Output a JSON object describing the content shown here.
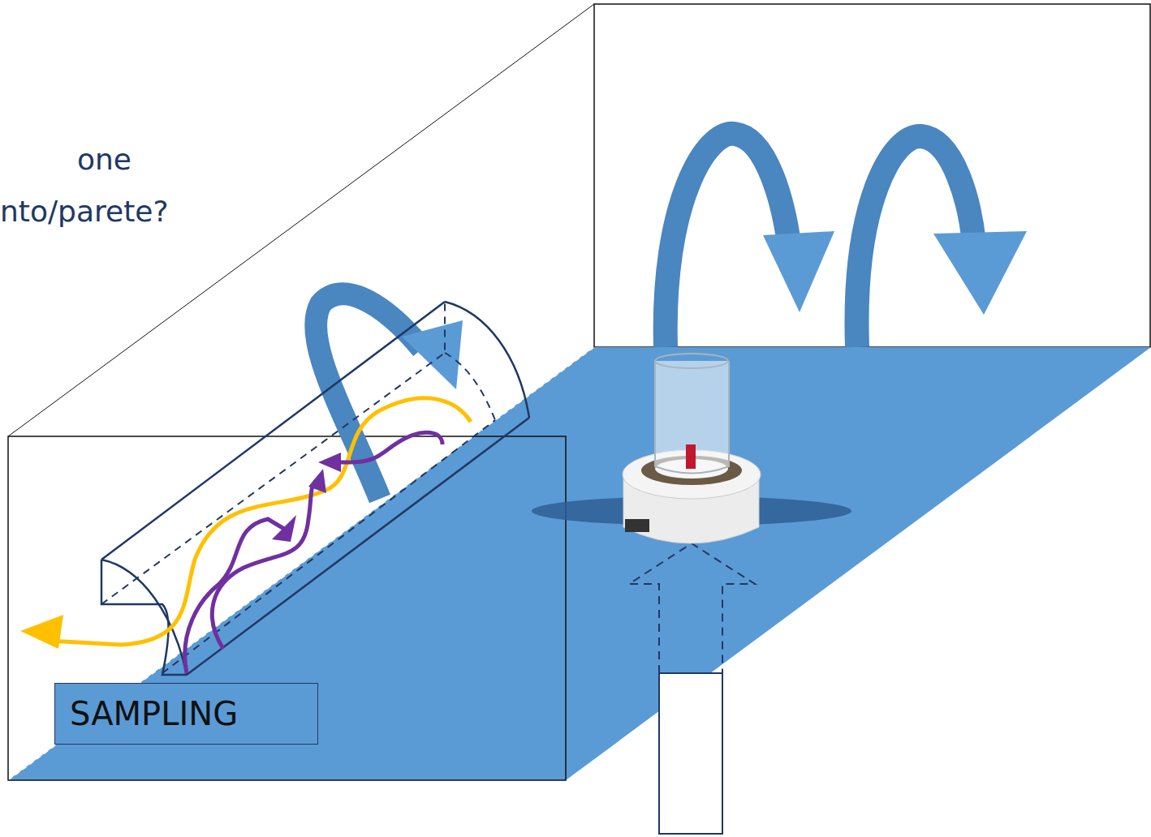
{
  "diagram": {
    "nodes": [
      {
        "text": [
          "SAMPLING"
        ]
      }
    ],
    "labels": [
      "one",
      "nto/parete?"
    ]
  }
}
